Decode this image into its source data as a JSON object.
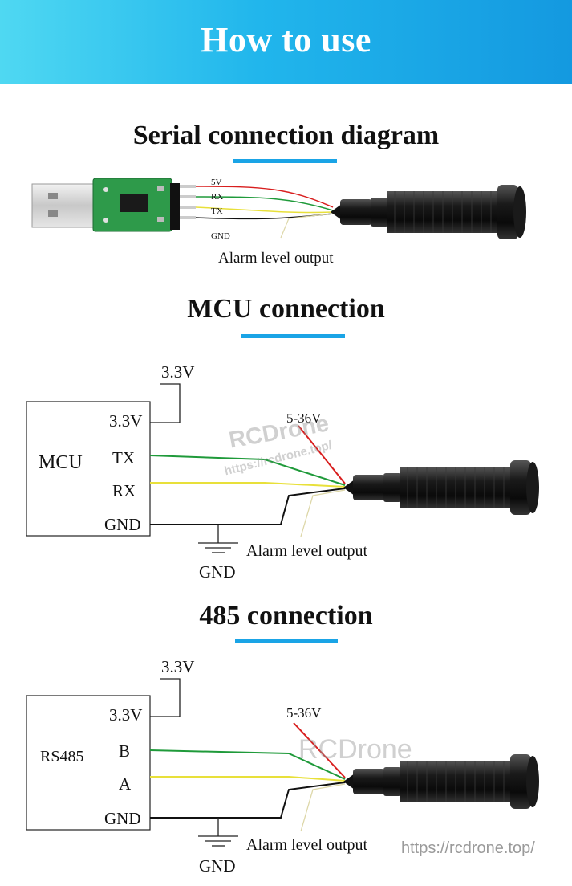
{
  "banner": {
    "title": "How to use"
  },
  "sections": {
    "serial": {
      "title": "Serial connection diagram",
      "wires": [
        "5V",
        "RX",
        "TX",
        "GND"
      ],
      "alarm": "Alarm level output"
    },
    "mcu": {
      "title": "MCU connection",
      "supply": "3.3V",
      "box_label": "MCU",
      "pins": [
        "3.3V",
        "TX",
        "RX",
        "GND"
      ],
      "power": "5-36V",
      "alarm": "Alarm level output",
      "ground": "GND"
    },
    "rs485": {
      "title": "485 connection",
      "supply": "3.3V",
      "box_label": "RS485",
      "pins": [
        "3.3V",
        "B",
        "A",
        "GND"
      ],
      "power": "5-36V",
      "alarm": "Alarm level output",
      "ground": "GND"
    }
  },
  "watermarks": {
    "brand": "RCDrone",
    "url_mid": "https://rcdrone.top/",
    "url_bottom": "https://rcdrone.top/"
  },
  "colors": {
    "banner": "#1aa4e6",
    "wire_red": "#d81e1e",
    "wire_green": "#1f9a3a",
    "wire_yellow": "#e8e03a",
    "wire_black": "#111111",
    "pcb": "#2e9a4a"
  }
}
